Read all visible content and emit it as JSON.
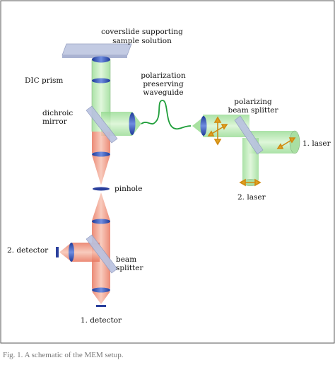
{
  "labels": {
    "coverslide_line1": "coverslide supporting",
    "coverslide_line2": "sample solution",
    "dic_prism": "DIC prism",
    "waveguide_line1": "polarization",
    "waveguide_line2": "preserving",
    "waveguide_line3": "waveguide",
    "pbs_line1": "polarizing",
    "pbs_line2": "beam splitter",
    "dichroic_line1": "dichroic",
    "dichroic_line2": "mirror",
    "laser1": "1. laser",
    "laser2": "2. laser",
    "pinhole": "pinhole",
    "detector2": "2. detector",
    "beam_splitter_line1": "beam",
    "beam_splitter_line2": "splitter",
    "detector1": "1. detector"
  },
  "caption": "Fig. 1. A schematic of the MEM setup.",
  "colors": {
    "excitation_beam": "#b9e6b3",
    "emission_beam": "#f0907a",
    "lens": "#2f4fb5",
    "glass": "#c3cbe3",
    "fiber": "#1f9e3a",
    "polarization_arrow": "#e0a020",
    "frame": "#555555"
  }
}
